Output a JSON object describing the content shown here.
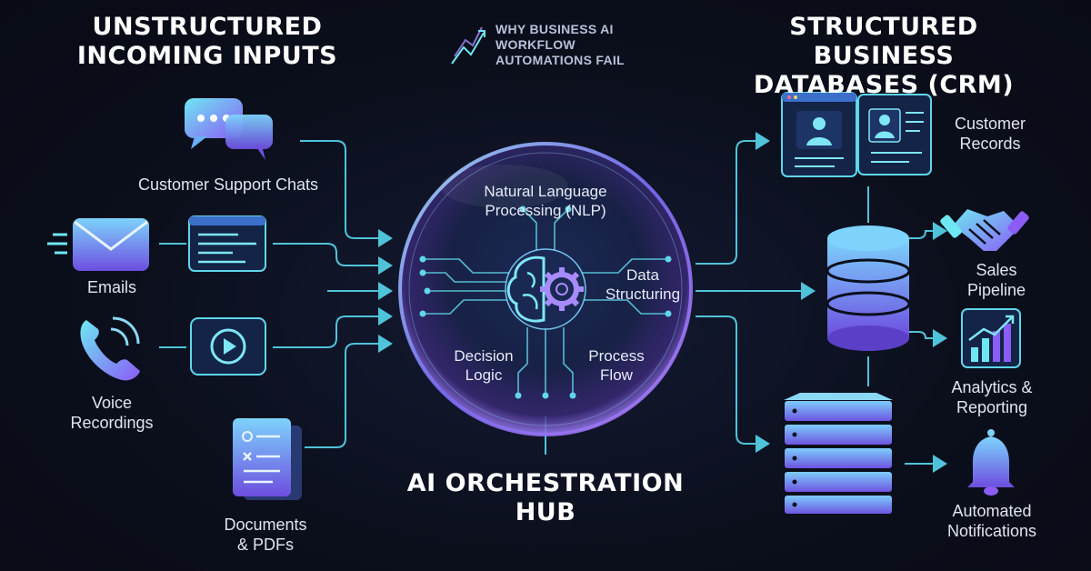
{
  "headings": {
    "left": [
      "UNSTRUCTURED",
      "INCOMING INPUTS"
    ],
    "right": [
      "STRUCTURED BUSINESS",
      "DATABASES (CRM)"
    ],
    "center": [
      "AI ORCHESTRATION",
      "HUB"
    ]
  },
  "logo": {
    "lines": [
      "WHY BUSINESS AI",
      "WORKFLOW",
      "AUTOMATIONS FAIL"
    ],
    "icon": "trend-chart-icon"
  },
  "inputs": [
    {
      "name": "chats",
      "label": [
        "Customer Support Chats"
      ],
      "icon": "chat-bubbles-icon"
    },
    {
      "name": "emails",
      "label": [
        "Emails"
      ],
      "icon": "envelope-icon"
    },
    {
      "name": "voice",
      "label": [
        "Voice",
        "Recordings"
      ],
      "icon": "phone-icon"
    },
    {
      "name": "docs",
      "label": [
        "Documents",
        "& PDFs"
      ],
      "icon": "document-icon"
    }
  ],
  "hub": {
    "nlp": [
      "Natural Language",
      "Processing (NLP)"
    ],
    "structuring": [
      "Data",
      "Structuring"
    ],
    "decision": [
      "Decision",
      "Logic"
    ],
    "process": [
      "Process",
      "Flow"
    ],
    "icon": "brain-gear-icon"
  },
  "outputs": [
    {
      "name": "customer-records",
      "label": [
        "Customer",
        "Records"
      ],
      "icon": "profile-card-icon"
    },
    {
      "name": "sales-pipeline",
      "label": [
        "Sales",
        "Pipeline"
      ],
      "icon": "handshake-icon"
    },
    {
      "name": "analytics",
      "label": [
        "Analytics &",
        "Reporting"
      ],
      "icon": "bar-chart-icon"
    },
    {
      "name": "notifications",
      "label": [
        "Automated",
        "Notifications"
      ],
      "icon": "bell-icon"
    }
  ],
  "colors": {
    "accent_cyan": "#4fd1e8",
    "accent_purple": "#8b5cf6",
    "accent_blue": "#3b82f6",
    "background": "#0b0f1c"
  }
}
